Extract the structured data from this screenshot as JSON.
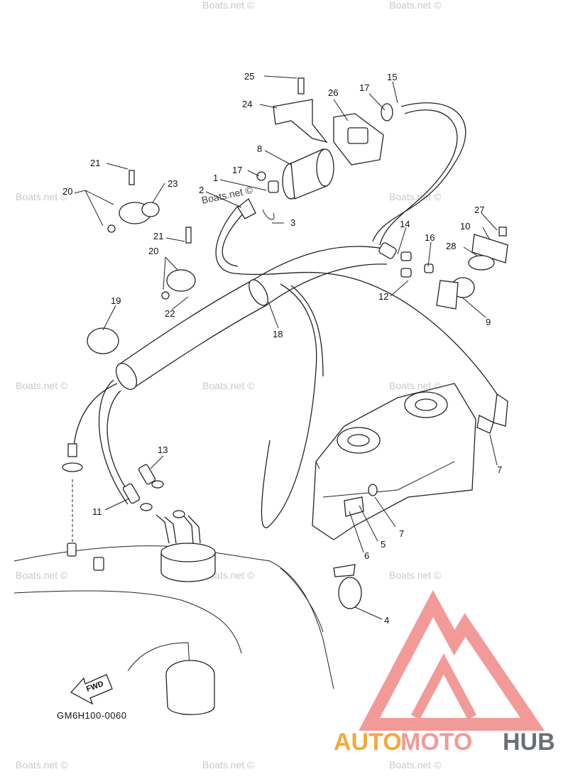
{
  "diagram": {
    "code": "GM6H100-0060",
    "fwd_label": "FWD",
    "watermark_text": "Boats.net ©",
    "callouts": [
      "25",
      "24",
      "26",
      "17",
      "15",
      "8",
      "17",
      "1",
      "2",
      "3",
      "21",
      "20",
      "23",
      "21",
      "20",
      "22",
      "19",
      "14",
      "16",
      "27",
      "10",
      "28",
      "12",
      "9",
      "18",
      "13",
      "11",
      "7",
      "7",
      "5",
      "6",
      "4"
    ]
  },
  "logo": {
    "part1": "AUTO",
    "part2": "MOTO",
    "part3": "HUB",
    "colors": {
      "auto": "#f4a93c",
      "moto": "#f29a98",
      "hub": "#6b6f78"
    }
  }
}
